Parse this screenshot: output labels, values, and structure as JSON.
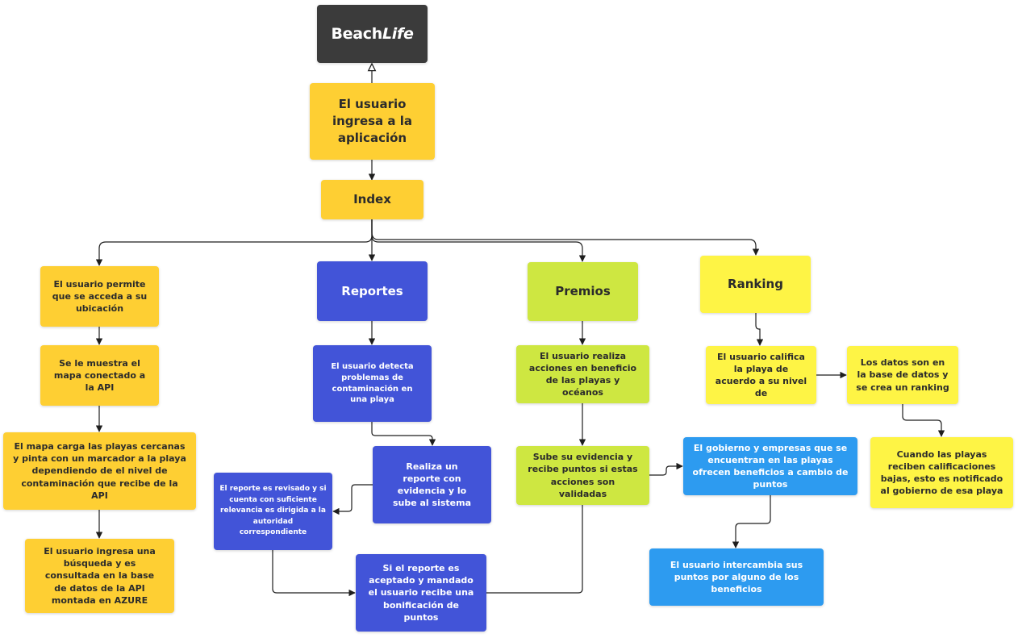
{
  "logo": {
    "part1": "Beach",
    "part2": "Life"
  },
  "nodes": {
    "ingresa": "El usuario ingresa a la aplicación",
    "index": "Index",
    "ubicacion": "El usuario permite que se acceda a su ubicación",
    "mapa": "Se le muestra el mapa conectado a la API",
    "mapa_carga": "El mapa carga las playas cercanas y pinta con un marcador a la playa dependiendo de el nivel de contaminación que recibe de la API",
    "busqueda": "El usuario ingresa una búsqueda y es consultada en la base de datos de la API montada en AZURE",
    "reportes": "Reportes",
    "detecta": "El usuario detecta problemas de contaminación en una playa",
    "realiza_reporte": "Realiza un reporte con evidencia y lo sube al sistema",
    "revisado": "El reporte es revisado y si cuenta con suficiente relevancia es dirigida a la autoridad correspondiente",
    "aceptado": "Si el reporte es aceptado y mandado el usuario recibe una bonificación de puntos",
    "premios": "Premios",
    "acciones": "El usuario realiza acciones en beneficio de las playas y  océanos",
    "evidencia": "Sube su evidencia y recibe puntos si estas acciones son validadas",
    "gobierno": "El gobierno y empresas que se encuentran en las playas ofrecen beneficios a cambio de puntos",
    "intercambia": "El usuario intercambia sus puntos por alguno de los beneficios",
    "ranking": "Ranking",
    "califica": "El usuario califica la playa de acuerdo a su nivel de",
    "datos": "Los datos son  en la base de datos y se crea un ranking",
    "calificaciones": "Cuando las playas reciben calificaciones bajas, esto es notificado al gobierno de esa playa"
  },
  "colors": {
    "logo_box": "#3b3b3b",
    "gold": "#fecf33",
    "blue": "#4254d8",
    "lime": "#cee741",
    "yellow": "#fef445",
    "sky": "#2d9bf0",
    "connector": "#1e1e1e"
  }
}
